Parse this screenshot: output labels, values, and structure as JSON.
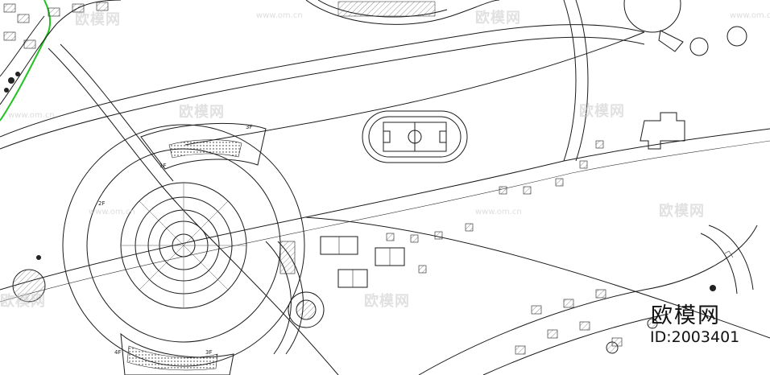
{
  "watermark": {
    "brand": "欧模网",
    "url": "www.om.cn"
  },
  "logo": {
    "name": "欧模网",
    "id_text": "ID:2003401"
  },
  "plan_labels": {
    "three_f": "3F",
    "two_f": "2F",
    "four_f": "4F",
    "one_f": "1F"
  }
}
